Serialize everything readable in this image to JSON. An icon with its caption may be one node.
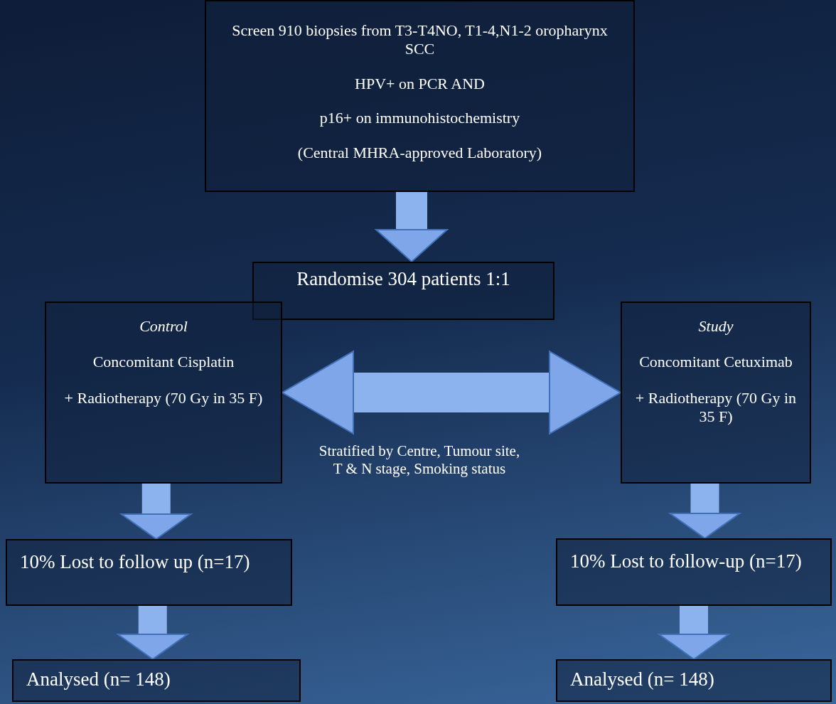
{
  "diagram": {
    "nodes": [
      {
        "text": [
          "Screen 910 biopsies from T3-T4NO, T1-4,N1-2 oropharynx SCC",
          "HPV+ on PCR AND",
          "p16+ on immunohistochemistry",
          "(Central MHRA-approved Laboratory)"
        ]
      },
      {
        "text": [
          "Randomise 304 patients 1:1"
        ]
      },
      {
        "text": [
          "Control",
          "Concomitant Cisplatin",
          "+ Radiotherapy (70 Gy in 35 F)"
        ]
      },
      {
        "text": [
          "Study",
          "Concomitant Cetuximab",
          "+ Radiotherapy (70 Gy in 35 F)"
        ]
      },
      {
        "text": [
          "10% Lost to follow up (n=17)"
        ]
      },
      {
        "text": [
          "10% Lost to follow-up (n=17)"
        ]
      },
      {
        "text": [
          "Analysed (n= 148)"
        ]
      },
      {
        "text": [
          "Analysed (n= 148)"
        ]
      }
    ],
    "edges": [
      {
        "from": 0,
        "to": 1,
        "arrow": "to"
      },
      {
        "from": 2,
        "to": 3,
        "arrow": "both"
      },
      {
        "from": 2,
        "to": 4,
        "arrow": "to"
      },
      {
        "from": 3,
        "to": 5,
        "arrow": "to"
      },
      {
        "from": 4,
        "to": 6,
        "arrow": "to"
      },
      {
        "from": 5,
        "to": 7,
        "arrow": "to"
      }
    ],
    "labels": [
      "Stratified by Centre, Tumour site, T & N stage, Smoking status"
    ]
  }
}
